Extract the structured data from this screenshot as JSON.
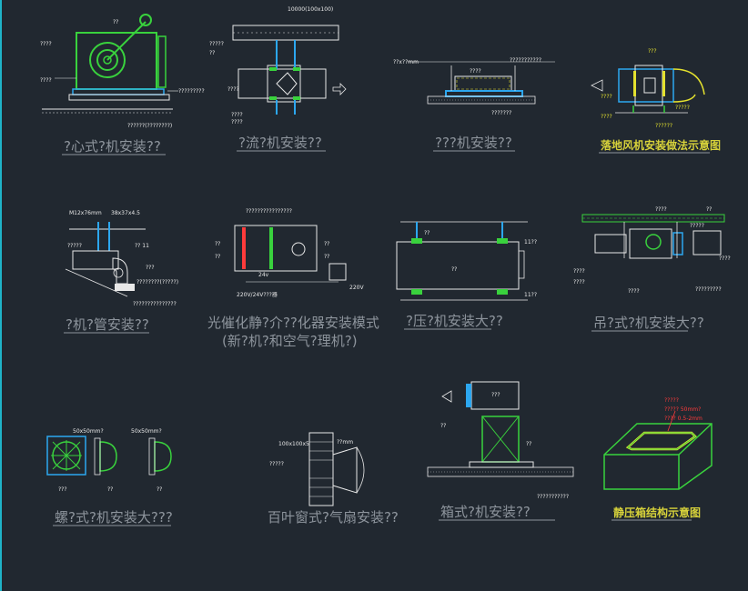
{
  "drawings": [
    {
      "id": "d1",
      "title": "?心式?机安装??"
    },
    {
      "id": "d2",
      "title": "?流?机安装??"
    },
    {
      "id": "d3",
      "title": "???机安装??"
    },
    {
      "id": "d4",
      "title": "落地风机安装做法示意图"
    },
    {
      "id": "d5",
      "title": "?机?管安装??"
    },
    {
      "id": "d6",
      "title": "光催化静?介??化器安装模式",
      "subtitle": "(新?机?和空气?理机?)"
    },
    {
      "id": "d7",
      "title": "?压?机安装大??"
    },
    {
      "id": "d8",
      "title": "吊?式?机安装大??"
    },
    {
      "id": "d9",
      "title": "螺?式?机安装大???"
    },
    {
      "id": "d10",
      "title": "百叶窗式?气扇安装??"
    },
    {
      "id": "d11",
      "title": "箱式?机安装??"
    },
    {
      "id": "d12",
      "title": "静压箱结构示意图"
    }
  ],
  "labels": {
    "d2_top": "10000(100x100)",
    "d5_spec1": "M12x76mm",
    "d5_spec2": "38x37x4.5",
    "d6_power1": "220V/24V???器",
    "d6_power2": "220V",
    "d6_volt": "24v",
    "d9_spec1": "50x50mm?",
    "d9_spec2": "50x50mm?",
    "d10_spec": "100x100x5",
    "d12_note1": "?????",
    "d12_note2": "????? 50mm?",
    "d12_note3": "???? 0.5-2mm"
  }
}
